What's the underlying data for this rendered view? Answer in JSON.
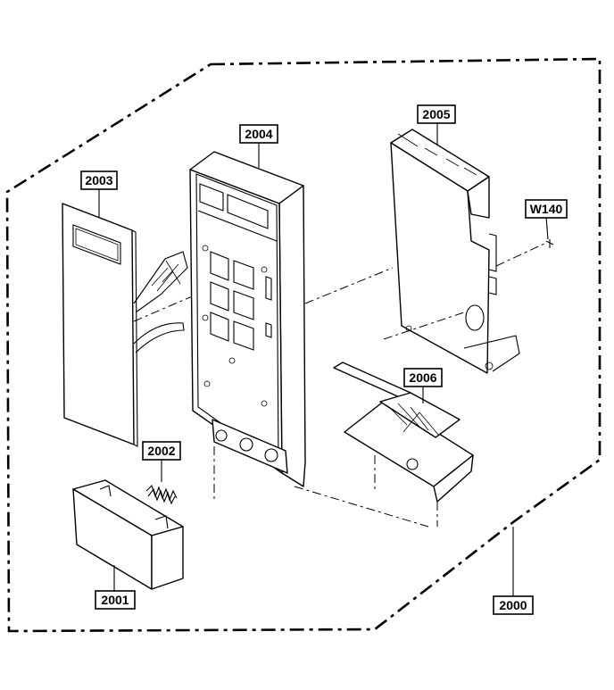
{
  "diagram": {
    "labels": {
      "assembly": "2000",
      "door": "2001",
      "spring": "2002",
      "membrane": "2003",
      "frame": "2004",
      "pcb": "2005",
      "lever": "2006",
      "screw": "W140"
    }
  }
}
